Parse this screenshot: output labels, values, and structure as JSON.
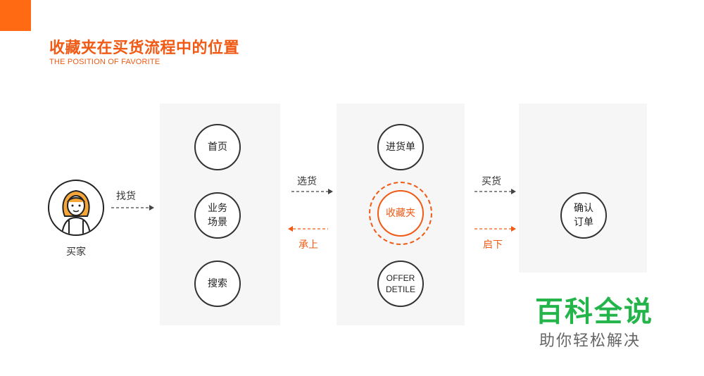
{
  "header": {
    "title": "收藏夹在买货流程中的位置",
    "subtitle": "THE POSITION OF FAVORITE"
  },
  "colors": {
    "accent": "#f05a14",
    "panel": "#f6f6f6",
    "node_border": "#333333",
    "watermark_green": "#23b54a"
  },
  "buyer": {
    "icon": "woman-avatar-icon",
    "label": "买家"
  },
  "arrows": {
    "find_goods": "找货",
    "select_goods": "选货",
    "continue": "承上",
    "buy_goods": "买货",
    "launch": "启下"
  },
  "panels": [
    {
      "nodes": [
        "首页",
        "业务\n场景",
        "搜索"
      ]
    },
    {
      "nodes": [
        "进货单",
        "收藏夹",
        "OFFER\nDETILE"
      ],
      "highlight": "收藏夹"
    },
    {
      "nodes": [
        "确认\n订单"
      ]
    }
  ],
  "watermark": {
    "title": "百科全说",
    "subtitle": "助你轻松解决"
  }
}
